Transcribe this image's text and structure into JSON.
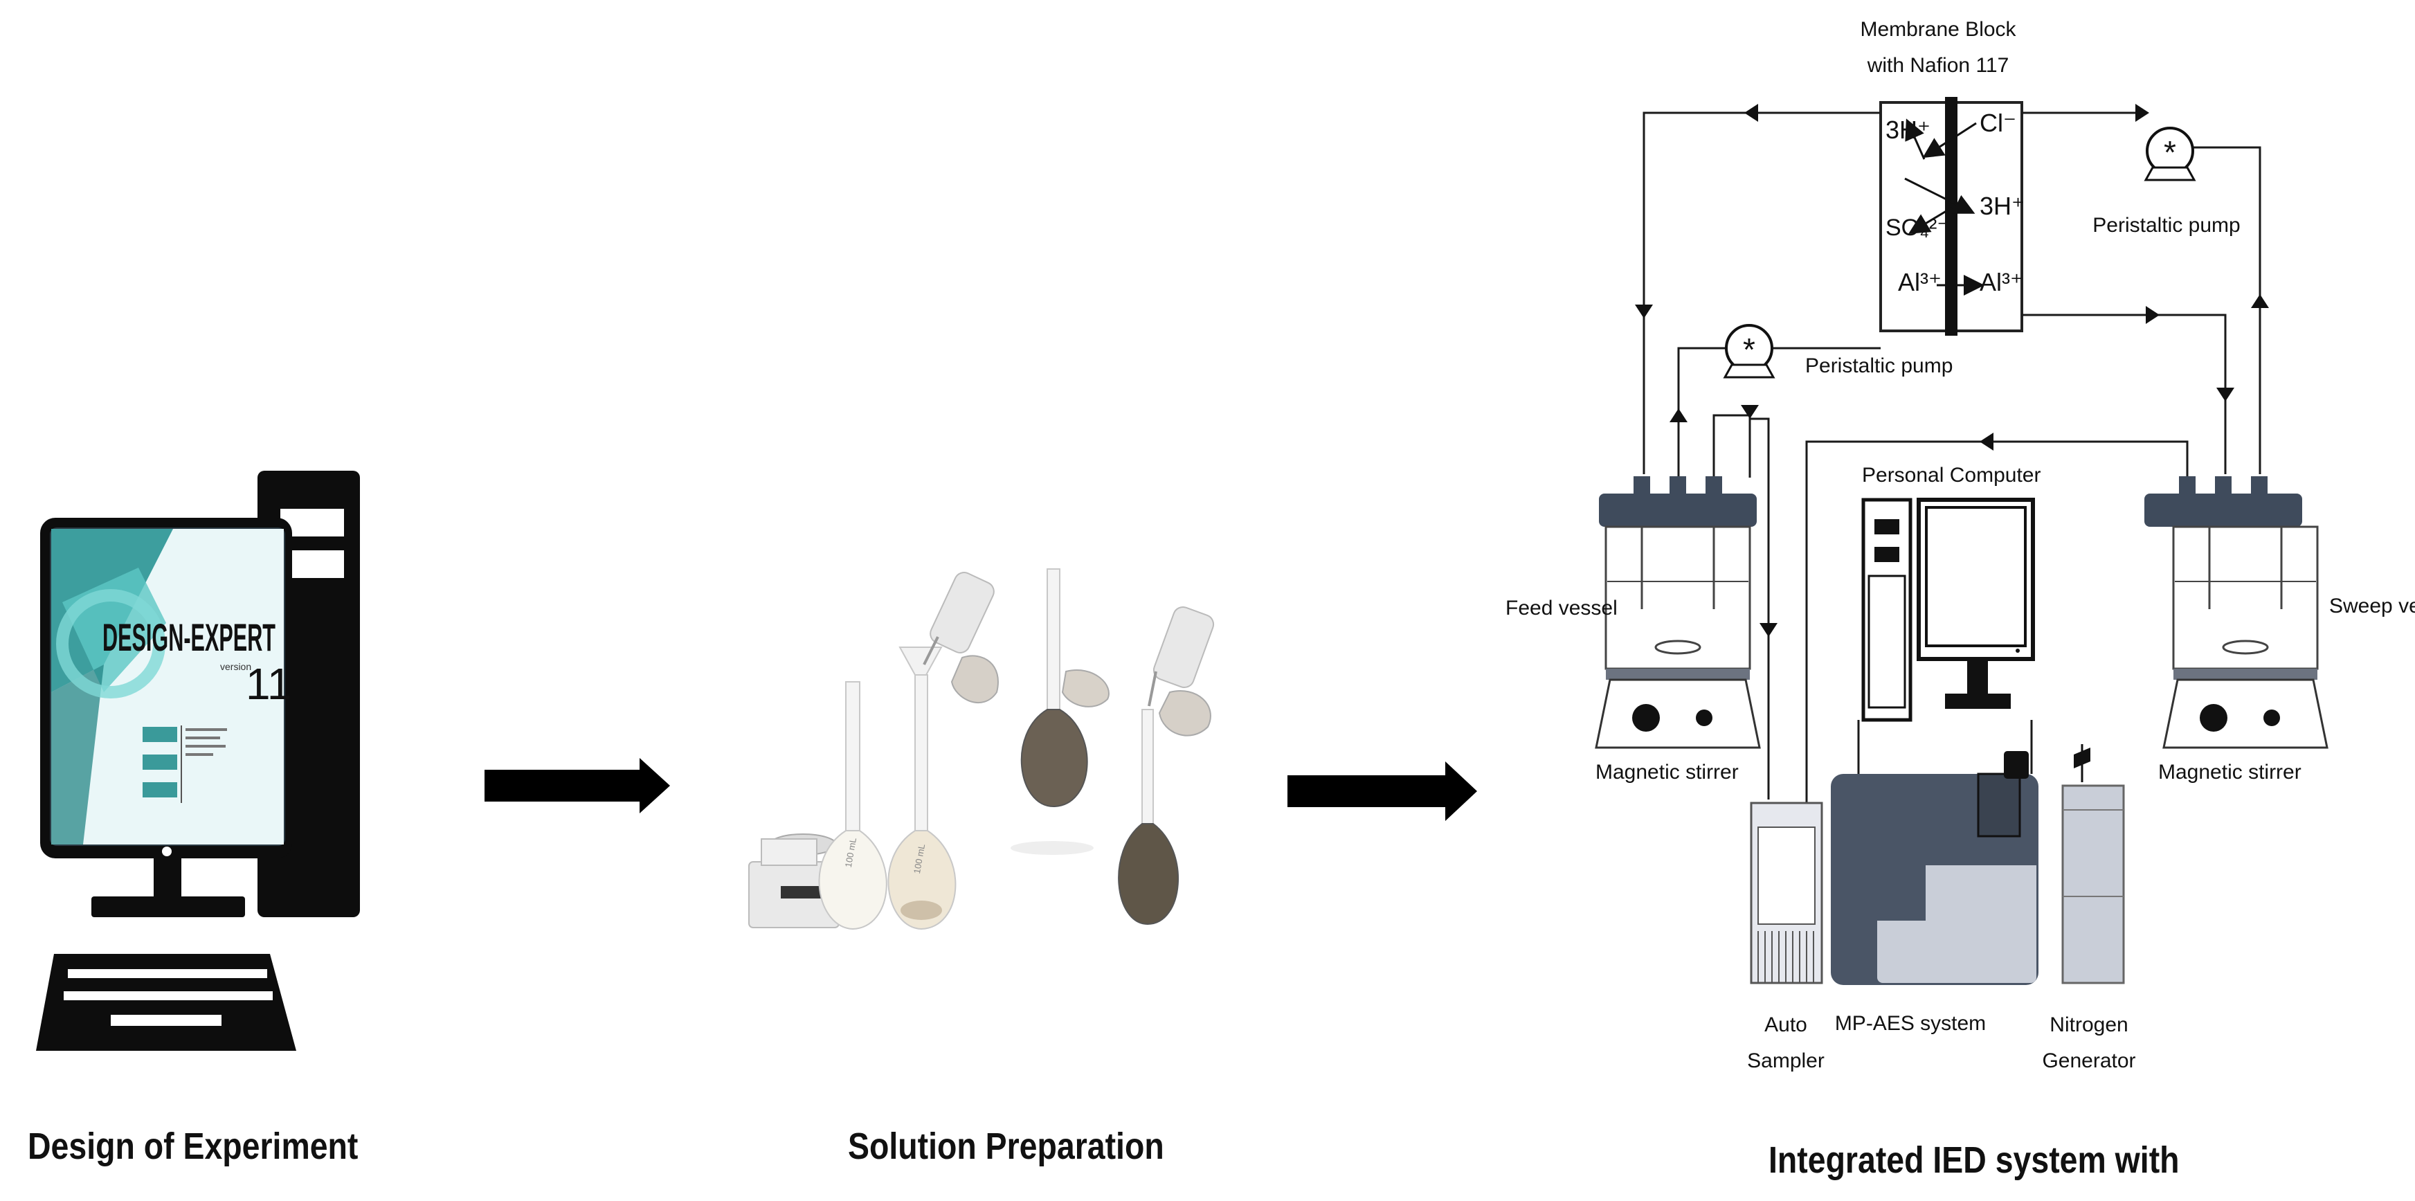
{
  "steps": [
    {
      "caption": "Design of Experiment"
    },
    {
      "caption": "Solution Preparation"
    },
    {
      "caption": "Integrated IED system with"
    }
  ],
  "software": {
    "logo_text": "DESIGN-EXPERT",
    "version_small": "version",
    "version_number": "11"
  },
  "flasks": {
    "label_a": "100 mL",
    "label_b": "100 mL"
  },
  "schematic": {
    "membrane_title_1": "Membrane Block",
    "membrane_title_2": "with Nafion 117",
    "ions": {
      "h_left": "3H⁺",
      "cl": "Cl⁻",
      "so4": "SO₄²⁻",
      "h_right": "3H⁺",
      "al_left": "Al³⁺",
      "al_right": "Al³⁺"
    },
    "pump_top_right": "Peristaltic pump",
    "pump_mid": "Peristaltic pump",
    "personal_computer": "Personal Computer",
    "feed_vessel": "Feed vessel",
    "sweep_vessel": "Sweep vessel",
    "stirrer_left": "Magnetic stirrer",
    "stirrer_right": "Magnetic stirrer",
    "auto_sampler_1": "Auto",
    "auto_sampler_2": "Sampler",
    "mp_aes": "MP-AES system",
    "nitrogen_1": "Nitrogen",
    "nitrogen_2": "Generator"
  },
  "colors": {
    "arrow": "#000000",
    "vessel_cap": "#3f4b5c",
    "instrument": "#4a5566",
    "instrument_light": "#c9ced8",
    "screen_teal": "#2aa6a6",
    "line": "#1a1a1a"
  }
}
